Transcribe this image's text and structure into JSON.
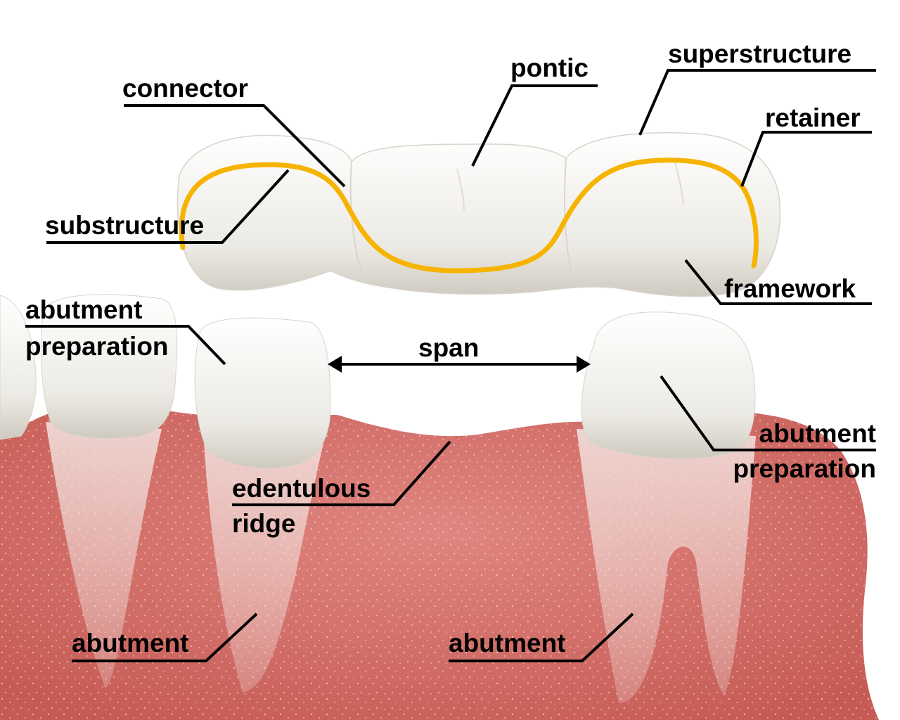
{
  "labels": {
    "connector": "connector",
    "pontic": "pontic",
    "superstructure": "superstructure",
    "retainer": "retainer",
    "substructure": "substructure",
    "framework": "framework",
    "abutment_preparation_left_line1": "abutment",
    "abutment_preparation_left_line2": "preparation",
    "span": "span",
    "abutment_preparation_right_line1": "abutment",
    "abutment_preparation_right_line2": "preparation",
    "edentulous_ridge_line1": "edentulous",
    "edentulous_ridge_line2": "ridge",
    "abutment_left": "abutment",
    "abutment_right": "abutment"
  },
  "colors": {
    "substructure_line": "#F6B400",
    "gingiva": "#D9736B",
    "gingiva_dark": "#C85C57",
    "tooth": "#F1EFEA",
    "tooth_shadow": "#D2CEC4",
    "leader_line": "#000000"
  }
}
